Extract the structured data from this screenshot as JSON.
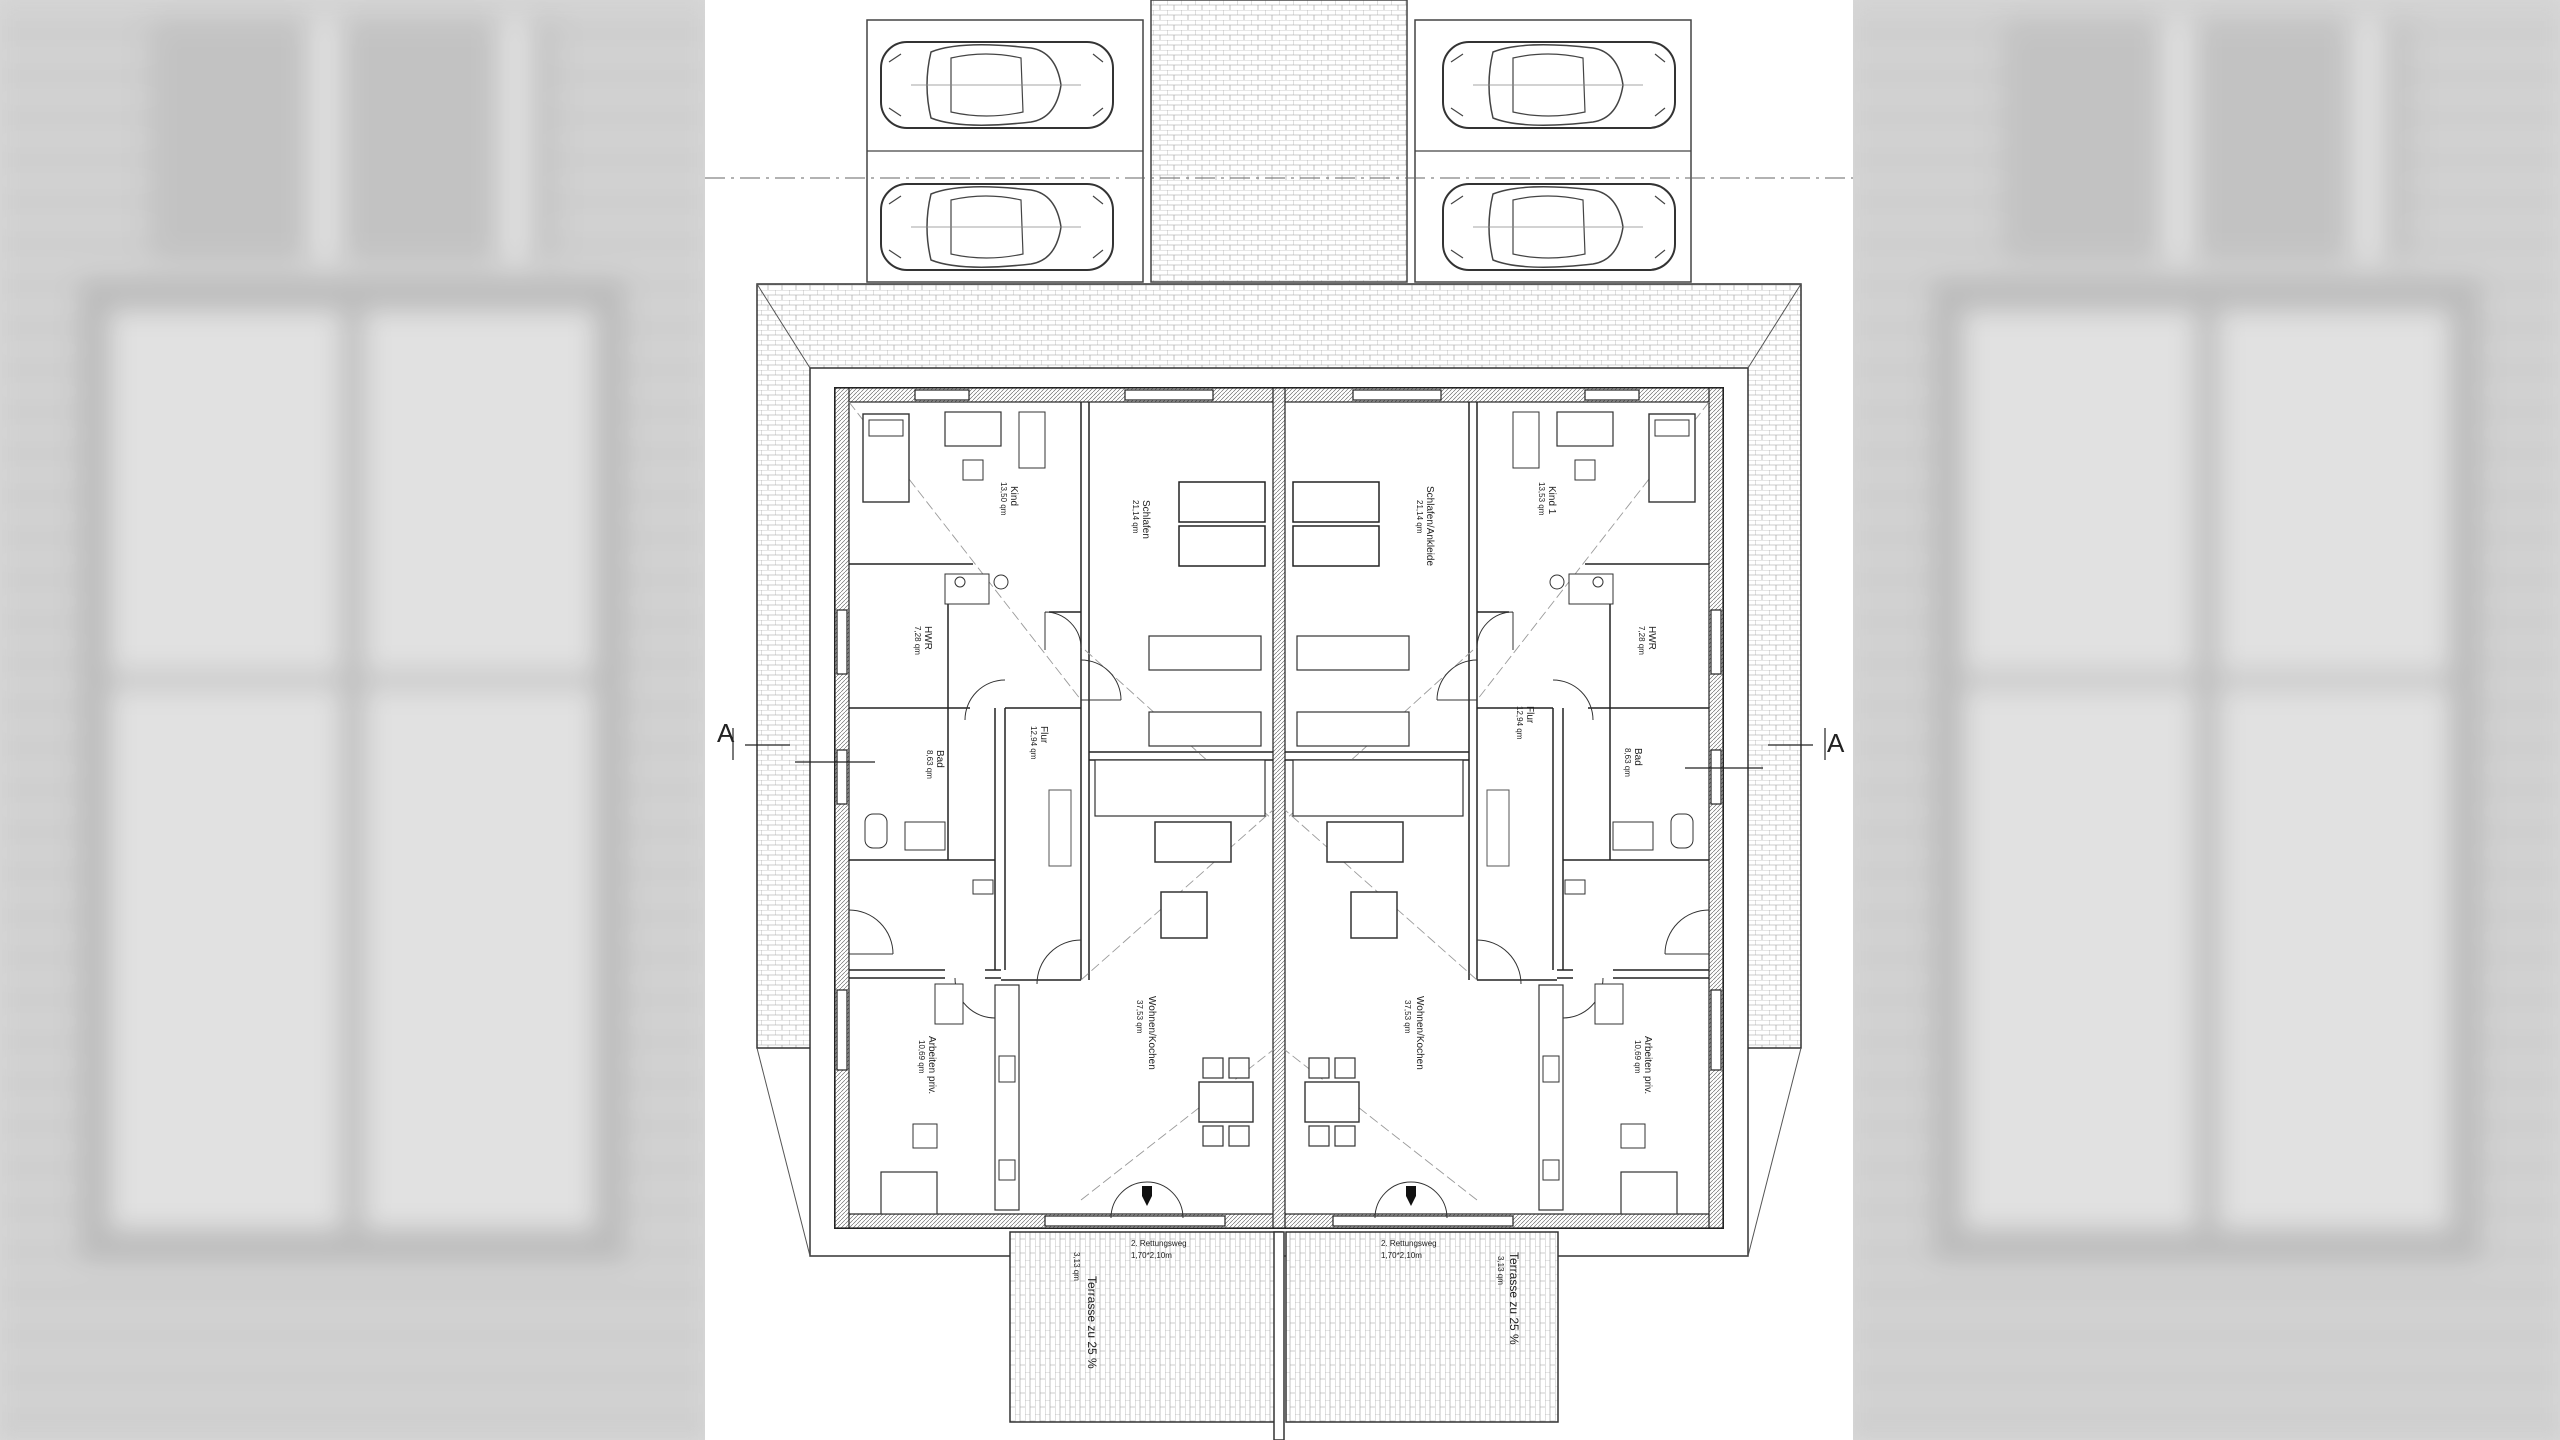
{
  "rooms_left": {
    "kind": "Kind",
    "kind_area": "13,50 qm",
    "schlafen": "Schlafen",
    "schlafen_area": "21,14 qm",
    "hwr": "HWR",
    "hwr_area": "7,28 qm",
    "flur": "Flur",
    "flur_area": "12,94 qm",
    "bad": "Bad",
    "bad_area": "8,63 qm",
    "wohnen": "Wohnen/Kochen",
    "wohnen_area": "37,53 qm",
    "arbeiten": "Arbeiten priv.",
    "arbeiten_area": "10,69 qm"
  },
  "rooms_right": {
    "kind": "Kind 1",
    "kind_area": "13,53 qm",
    "schlafen": "Schlafen/Ankleide",
    "schlafen_area": "21,14 qm",
    "hwr": "HWR",
    "hwr_area": "7,28 qm",
    "flur": "Flur",
    "flur_area": "12,94 qm",
    "bad": "Bad",
    "bad_area": "8,63 qm",
    "wohnen": "Wohnen/Kochen",
    "wohnen_area": "37,53 qm",
    "arbeiten": "Arbeiten priv.",
    "arbeiten_area": "10,69 qm"
  },
  "terrace_left": {
    "label": "Terrasse zu 25 %",
    "area": "3,13 qm",
    "exit": "2. Rettungsweg",
    "exit_size": "1,70*2,10m"
  },
  "terrace_right": {
    "label": "Terrasse zu 25 %",
    "area": "3,13 qm",
    "exit": "2. Rettungsweg",
    "exit_size": "1,70*2,10m"
  },
  "section_marks": {
    "left": "A",
    "right": "A"
  },
  "icons": [
    "car-icon",
    "bed-icon",
    "toilet-icon",
    "sink-icon",
    "sofa-icon",
    "table-icon",
    "stove-icon",
    "door-arrow-icon"
  ]
}
